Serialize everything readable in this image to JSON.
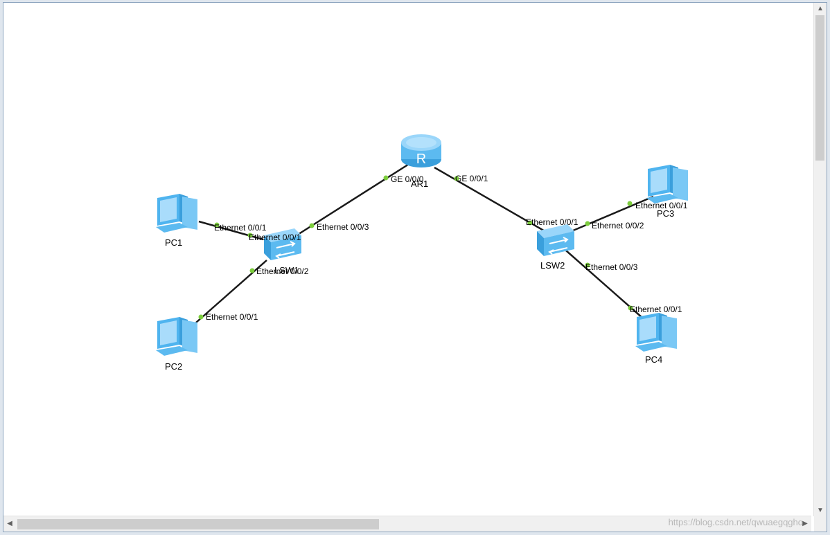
{
  "colors": {
    "link": "#1a1a1a",
    "port_dot": "#7ccd3c",
    "device_blue": "#4fb4ef",
    "device_light": "#a9dcfb"
  },
  "devices": {
    "ar1": "AR1",
    "lsw1": "LSW1",
    "lsw2": "LSW2",
    "pc1": "PC1",
    "pc2": "PC2",
    "pc3": "PC3",
    "pc4": "PC4"
  },
  "ports": {
    "pc1_eth": "Ethernet 0/0/1",
    "lsw1_e001": "Ethernet 0/0/1",
    "lsw1_e003": "Ethernet 0/0/3",
    "lsw1_e002": "Ethernet 0/0/2",
    "pc2_eth": "Ethernet 0/0/1",
    "ar1_ge000": "GE 0/0/0",
    "ar1_ge001": "GE 0/0/1",
    "lsw2_e001": "Ethernet 0/0/1",
    "lsw2_e002": "Ethernet 0/0/2",
    "lsw2_e003": "Ethernet 0/0/3",
    "pc3_eth": "Ethernet 0/0/1",
    "pc4_eth": "Ethernet 0/0/1"
  },
  "watermark": "https://blog.csdn.net/qwuaegqgho"
}
